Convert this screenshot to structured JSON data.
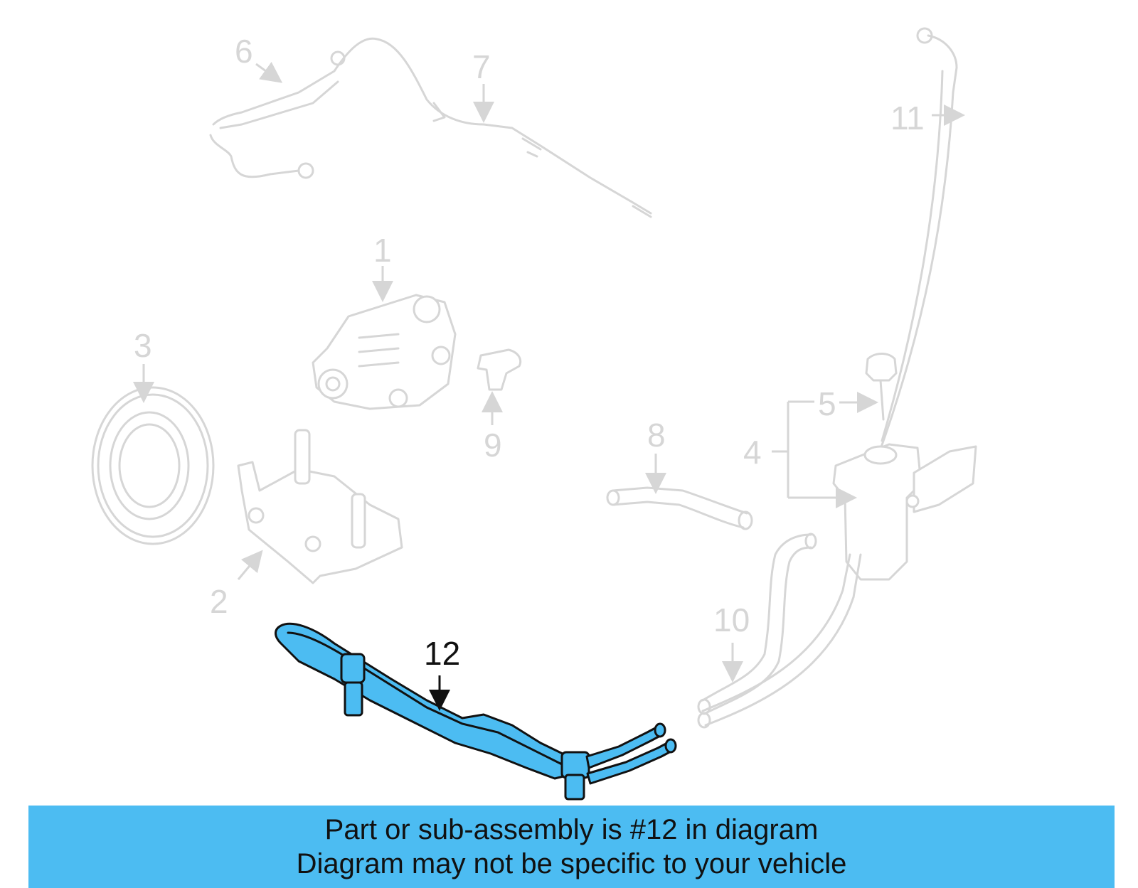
{
  "diagram": {
    "callouts": [
      "1",
      "2",
      "3",
      "4",
      "5",
      "6",
      "7",
      "8",
      "9",
      "10",
      "11",
      "12"
    ],
    "highlighted_part": "12",
    "highlight_color": "#4cbcf2",
    "ghost_color": "#d6d6d6"
  },
  "banner": {
    "line1": "Part or sub-assembly is #12 in diagram",
    "line2": "Diagram may not be specific to your vehicle",
    "background": "#4cbcf2"
  }
}
